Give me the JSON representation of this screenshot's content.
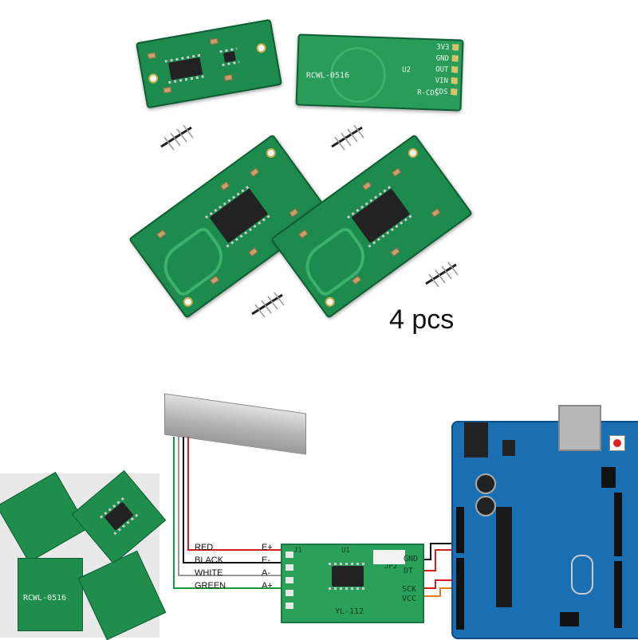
{
  "caption": {
    "quantity": "4 pcs"
  },
  "module_back": {
    "model": "RCWL-0516",
    "pins": [
      "3V3",
      "GND",
      "OUT",
      "VIN",
      "CDS"
    ],
    "u2": "U2",
    "r_cds": "R-CDS"
  },
  "wiring": {
    "load_cell_wires": [
      {
        "color_name": "RED",
        "terminal": "E+",
        "hex": "#d62020"
      },
      {
        "color_name": "BLACK",
        "terminal": "E-",
        "hex": "#111111"
      },
      {
        "color_name": "WHITE",
        "terminal": "A-",
        "hex": "#9a9a9a"
      },
      {
        "color_name": "GREEN",
        "terminal": "A+",
        "hex": "#1a9a3a"
      }
    ],
    "hx711": {
      "name": "YL-112",
      "j1": "J1",
      "jp2": "JP2",
      "u1": "U1",
      "pins": [
        "GND",
        "DT",
        "SCK",
        "VCC"
      ]
    }
  },
  "thumb_label": "RCWL-0516"
}
